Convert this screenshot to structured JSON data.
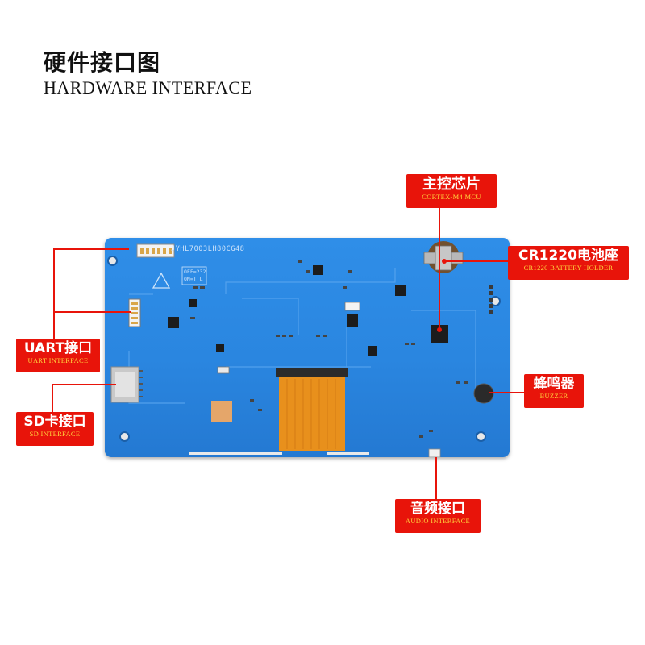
{
  "header": {
    "title_cn": "硬件接口图",
    "title_en": "HARDWARE INTERFACE"
  },
  "board": {
    "silkscreen_model": "JYHL7003LH80CG48",
    "switch_text_1": "OFF=232",
    "switch_text_2": "ON=TTL",
    "color": "#2a86e0"
  },
  "callouts": {
    "mcu": {
      "cn": "主控芯片",
      "en": "CORTEX-M4 MCU"
    },
    "battery": {
      "cn": "CR1220电池座",
      "en": "CR1220 BATTERY HOLDER"
    },
    "uart": {
      "cn": "UART接口",
      "en": "UART INTERFACE"
    },
    "sd": {
      "cn": "SD卡接口",
      "en": "SD INTERFACE"
    },
    "buzzer": {
      "cn": "蜂鸣器",
      "en": "BUZZER"
    },
    "audio": {
      "cn": "音频接口",
      "en": "AUDIO INTERFACE"
    }
  },
  "colors": {
    "callout_red": "#e8140a",
    "callout_subtext": "#ffd23c",
    "board_blue": "#2a86e0",
    "flex_cable": "#e8901c"
  }
}
